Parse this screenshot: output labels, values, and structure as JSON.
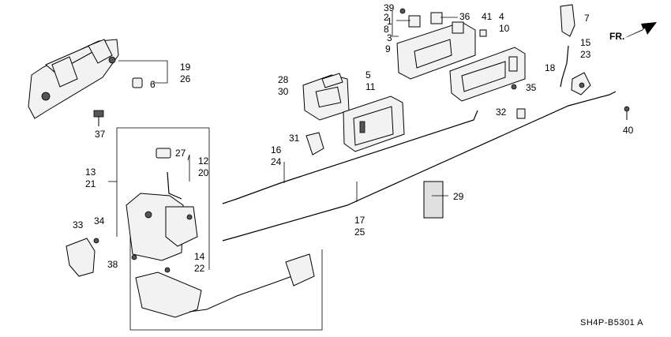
{
  "callouts": [
    {
      "id": "c1",
      "lines": [
        "39"
      ]
    },
    {
      "id": "c2",
      "lines": [
        "2",
        "8"
      ]
    },
    {
      "id": "c3",
      "lines": [
        "1"
      ]
    },
    {
      "id": "c4",
      "lines": [
        "36"
      ]
    },
    {
      "id": "c5",
      "lines": [
        "41"
      ]
    },
    {
      "id": "c6",
      "lines": [
        "4",
        "10"
      ]
    },
    {
      "id": "c7",
      "lines": [
        "7"
      ]
    },
    {
      "id": "c8",
      "lines": [
        "3"
      ]
    },
    {
      "id": "c9",
      "lines": [
        "9"
      ]
    },
    {
      "id": "c10",
      "lines": [
        "15",
        "23"
      ]
    },
    {
      "id": "c11",
      "lines": [
        "18"
      ]
    },
    {
      "id": "c12",
      "lines": [
        "19",
        "26"
      ]
    },
    {
      "id": "c13",
      "lines": [
        "6"
      ]
    },
    {
      "id": "c14",
      "lines": [
        "28",
        "30"
      ]
    },
    {
      "id": "c15",
      "lines": [
        "5",
        "11"
      ]
    },
    {
      "id": "c16",
      "lines": [
        "35"
      ]
    },
    {
      "id": "c17",
      "lines": [
        "32"
      ]
    },
    {
      "id": "c18",
      "lines": [
        "40"
      ]
    },
    {
      "id": "c19",
      "lines": [
        "37"
      ]
    },
    {
      "id": "c20",
      "lines": [
        "31"
      ]
    },
    {
      "id": "c21",
      "lines": [
        "16",
        "24"
      ]
    },
    {
      "id": "c22",
      "lines": [
        "27"
      ]
    },
    {
      "id": "c23",
      "lines": [
        "12",
        "20"
      ]
    },
    {
      "id": "c24",
      "lines": [
        "13",
        "21"
      ]
    },
    {
      "id": "c25",
      "lines": [
        "29"
      ]
    },
    {
      "id": "c26",
      "lines": [
        "17",
        "25"
      ]
    },
    {
      "id": "c27",
      "lines": [
        "33"
      ]
    },
    {
      "id": "c28",
      "lines": [
        "34"
      ]
    },
    {
      "id": "c29",
      "lines": [
        "38"
      ]
    },
    {
      "id": "c30",
      "lines": [
        "14",
        "22"
      ]
    }
  ],
  "direction_label": "FR.",
  "diagram_code": "SH4P-B5301 A"
}
